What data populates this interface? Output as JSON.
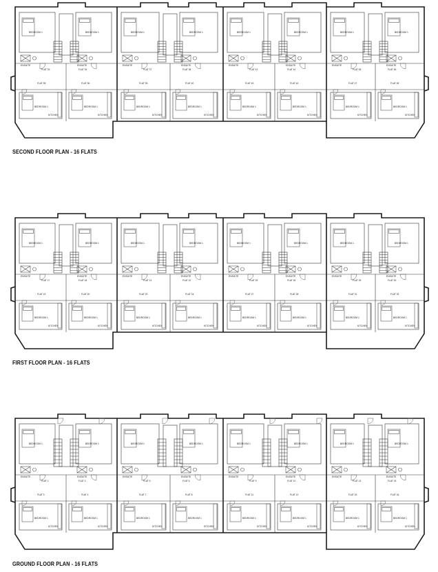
{
  "plans": [
    {
      "id": "second",
      "title": "SECOND FLOOR PLAN - 16 FLATS",
      "variant": "upper",
      "rooms": {
        "bedroom": "BEDROOM 1",
        "ensuite": "ENSUITE",
        "kitchen": "KITCHEN"
      },
      "flats": [
        "FLAT 33",
        "FLAT 34",
        "FLAT 35",
        "FLAT 36",
        "FLAT 37",
        "FLAT 38",
        "FLAT 39",
        "FLAT 40",
        "FLAT 41",
        "FLAT 42",
        "FLAT 43",
        "FLAT 44",
        "FLAT 45",
        "FLAT 46",
        "FLAT 47",
        "FLAT 48"
      ]
    },
    {
      "id": "first",
      "title": "FIRST FLOOR PLAN - 16 FLATS",
      "variant": "upper",
      "rooms": {
        "bedroom": "BEDROOM 1",
        "ensuite": "ENSUITE",
        "kitchen": "KITCHEN"
      },
      "flats": [
        "FLAT 17",
        "FLAT 18",
        "FLAT 19",
        "FLAT 20",
        "FLAT 21",
        "FLAT 22",
        "FLAT 23",
        "FLAT 24",
        "FLAT 25",
        "FLAT 26",
        "FLAT 27",
        "FLAT 28",
        "FLAT 29",
        "FLAT 30",
        "FLAT 31",
        "FLAT 32"
      ]
    },
    {
      "id": "ground",
      "title": "GROUND FLOOR PLAN - 16 FLATS",
      "variant": "ground",
      "rooms": {
        "bedroom": "BEDROOM 1",
        "ensuite": "ENSUITE",
        "kitchen": "KITCHEN"
      },
      "flats": [
        "FLAT 1",
        "FLAT 2",
        "FLAT 3",
        "FLAT 4",
        "FLAT 5",
        "FLAT 6",
        "FLAT 7",
        "FLAT 8",
        "FLAT 9",
        "FLAT 10",
        "FLAT 11",
        "FLAT 12",
        "FLAT 13",
        "FLAT 14",
        "FLAT 15",
        "FLAT 16"
      ]
    }
  ]
}
